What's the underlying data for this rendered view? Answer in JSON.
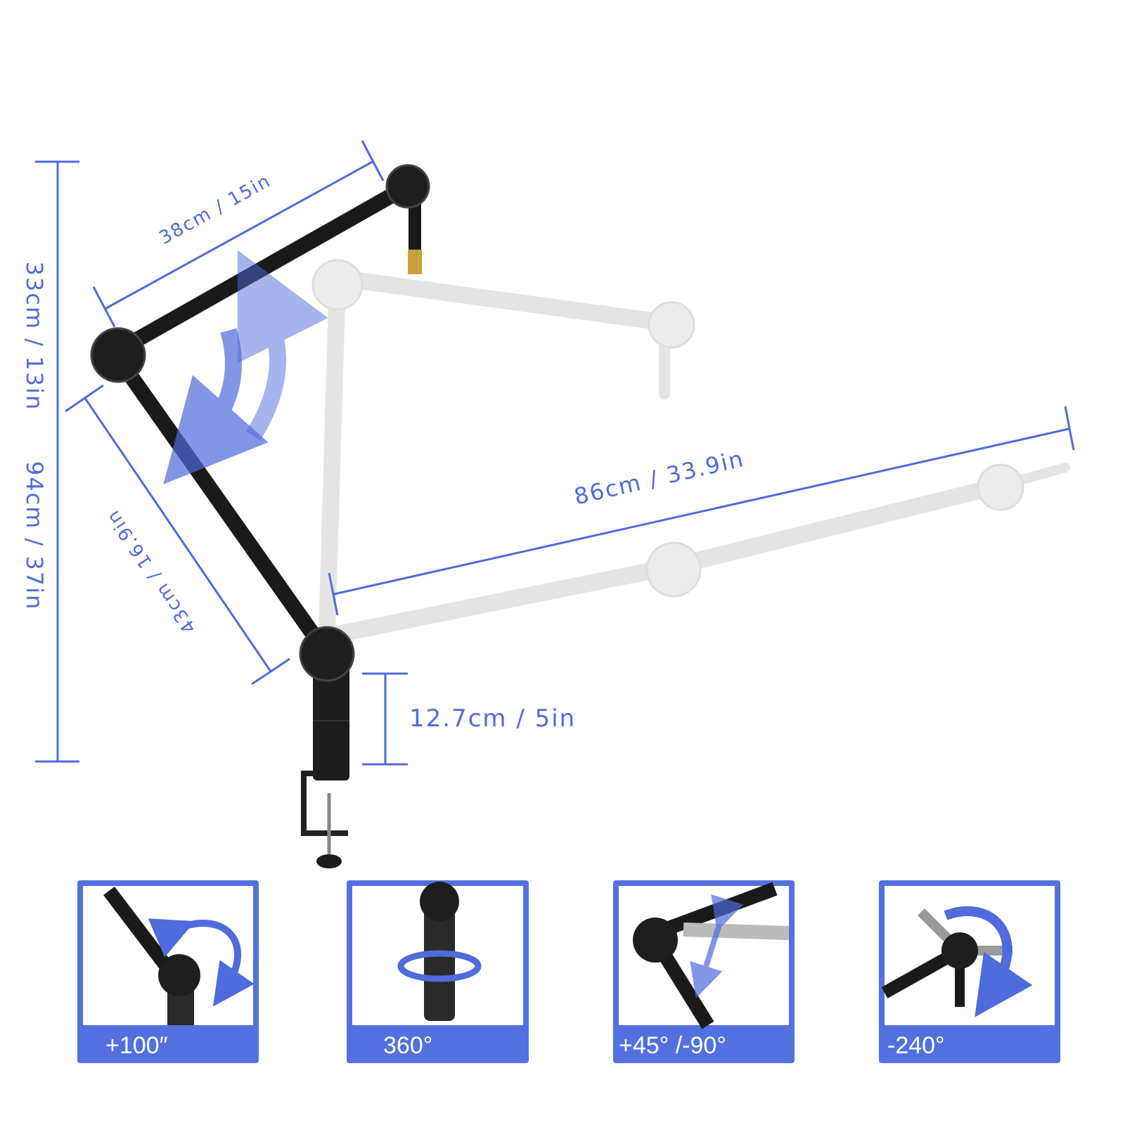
{
  "colors": {
    "accent": "#4f6bdc",
    "panel": "#5470e0",
    "arm": "#1a1a1a",
    "ghost": "#e4e4e4"
  },
  "dimensions": {
    "upper_arm": "38cm / 15in",
    "height_upper": "33cm / 13in",
    "height_total": "94cm / 37in",
    "lower_arm": "43cm / 16.9in",
    "max_reach": "86cm / 33.9in",
    "base_pole": "12.7cm / 5in"
  },
  "panels": [
    {
      "label": "+100″",
      "icon": "elbow-rotation-icon"
    },
    {
      "label": "360°",
      "icon": "pole-swivel-icon"
    },
    {
      "label": "+45°  /-90°",
      "icon": "joint-tilt-icon"
    },
    {
      "label": "-240°",
      "icon": "mount-rotation-icon"
    }
  ]
}
